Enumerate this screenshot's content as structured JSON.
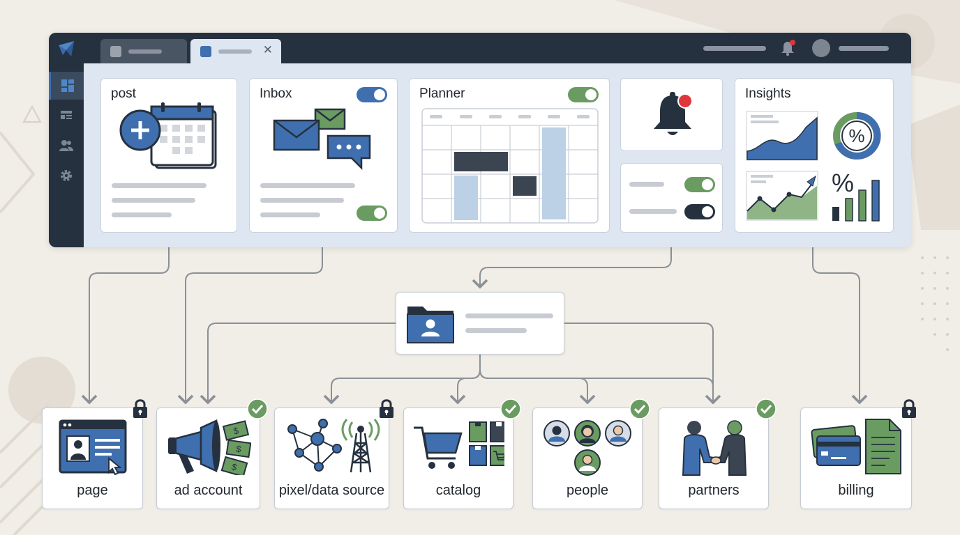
{
  "cards": {
    "post": {
      "title": "post"
    },
    "inbox": {
      "title": "Inbox"
    },
    "planner": {
      "title": "Planner"
    },
    "insights": {
      "title": "Insights",
      "percent_symbol": "%"
    }
  },
  "assets": [
    {
      "id": "page",
      "label": "page",
      "status": "locked"
    },
    {
      "id": "ad-account",
      "label": "ad account",
      "status": "granted"
    },
    {
      "id": "pixel",
      "label": "pixel/data source",
      "status": "locked"
    },
    {
      "id": "catalog",
      "label": "catalog",
      "status": "granted"
    },
    {
      "id": "people",
      "label": "people",
      "status": "granted"
    },
    {
      "id": "partners",
      "label": "partners",
      "status": "granted"
    },
    {
      "id": "billing",
      "label": "billing",
      "status": "locked"
    }
  ],
  "money_symbol": "$",
  "colors": {
    "dark": "#26313f",
    "blue": "#3f6fae",
    "green": "#6a9c62",
    "panel": "#dde6f1",
    "notification": "#e0363b",
    "connector": "#8a9096"
  }
}
